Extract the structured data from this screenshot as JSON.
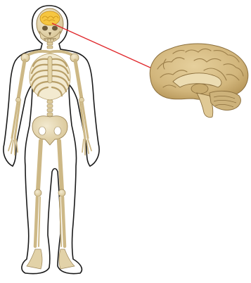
{
  "figure": {
    "illustration": "human-skeleton-with-brain-callout",
    "left_figure": "full-body-skeleton-front-view",
    "callout": "brain-sagittal-section",
    "connector_color": "#e0282c",
    "bone_color": "#e9dcb5",
    "bone_shadow_color": "#b79f6c",
    "highlight_color": "#f5c23a",
    "brain_color": "#d9c08a",
    "brain_fold_color": "#9c7f4a",
    "background_color": "#ffffff"
  }
}
